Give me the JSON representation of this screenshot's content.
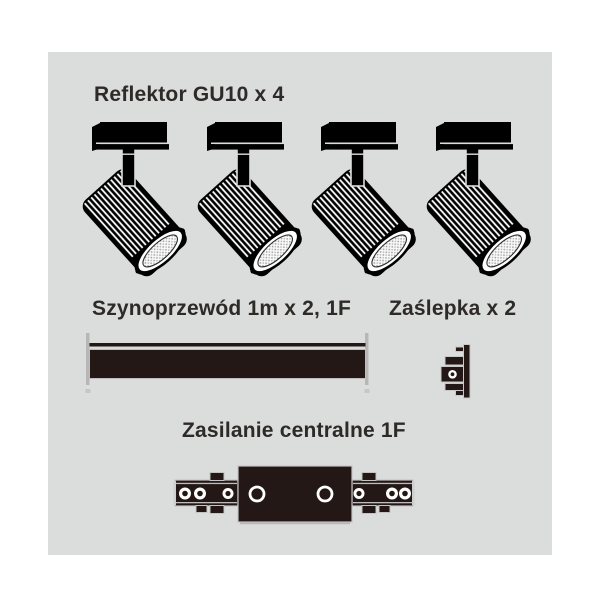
{
  "page": {
    "background": "#ffffff",
    "panel_background": "#dbdcdc",
    "text_color": "#2d2a28",
    "ink_color": "#000000",
    "dark_part_color": "#231815",
    "outline_color": "#bdbdbd"
  },
  "sections": {
    "reflector": {
      "label": "Reflektor GU10 x 4",
      "count": 4,
      "icon": "track-spotlight-icon"
    },
    "rail": {
      "label": "Szynoprzewód 1m x 2, 1F",
      "icon": "track-rail-icon"
    },
    "endcap": {
      "label": "Zaślepka x 2",
      "icon": "track-end-cap-icon"
    },
    "power": {
      "label": "Zasilanie centralne 1F",
      "icon": "central-power-feed-icon"
    }
  }
}
